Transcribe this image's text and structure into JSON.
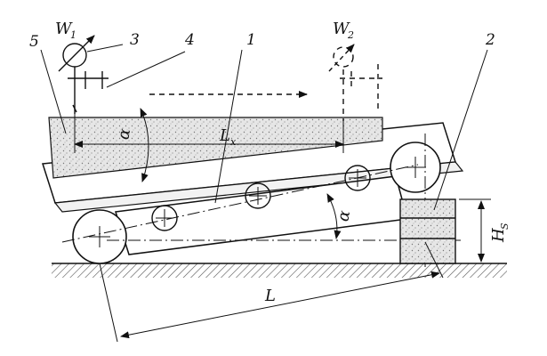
{
  "labels": {
    "part_1": "1",
    "part_2": "2",
    "part_3": "3",
    "part_4": "4",
    "part_5": "5",
    "w1_main": "W",
    "w1_sub": "1",
    "w2_main": "W",
    "w2_sub": "2",
    "lx_main": "L",
    "lx_sub": "x",
    "l_main": "L",
    "hs_main": "H",
    "hs_sub": "S",
    "alpha_upper": "α",
    "alpha_lower": "α"
  },
  "colors": {
    "line": "#111111",
    "material": "#d9d9d9",
    "ground_hatch": "#555555"
  },
  "icons": {
    "sensor_w1": "sensor-icon",
    "sensor_w2": "sensor-icon",
    "flow_direction": "arrow-right-icon"
  }
}
